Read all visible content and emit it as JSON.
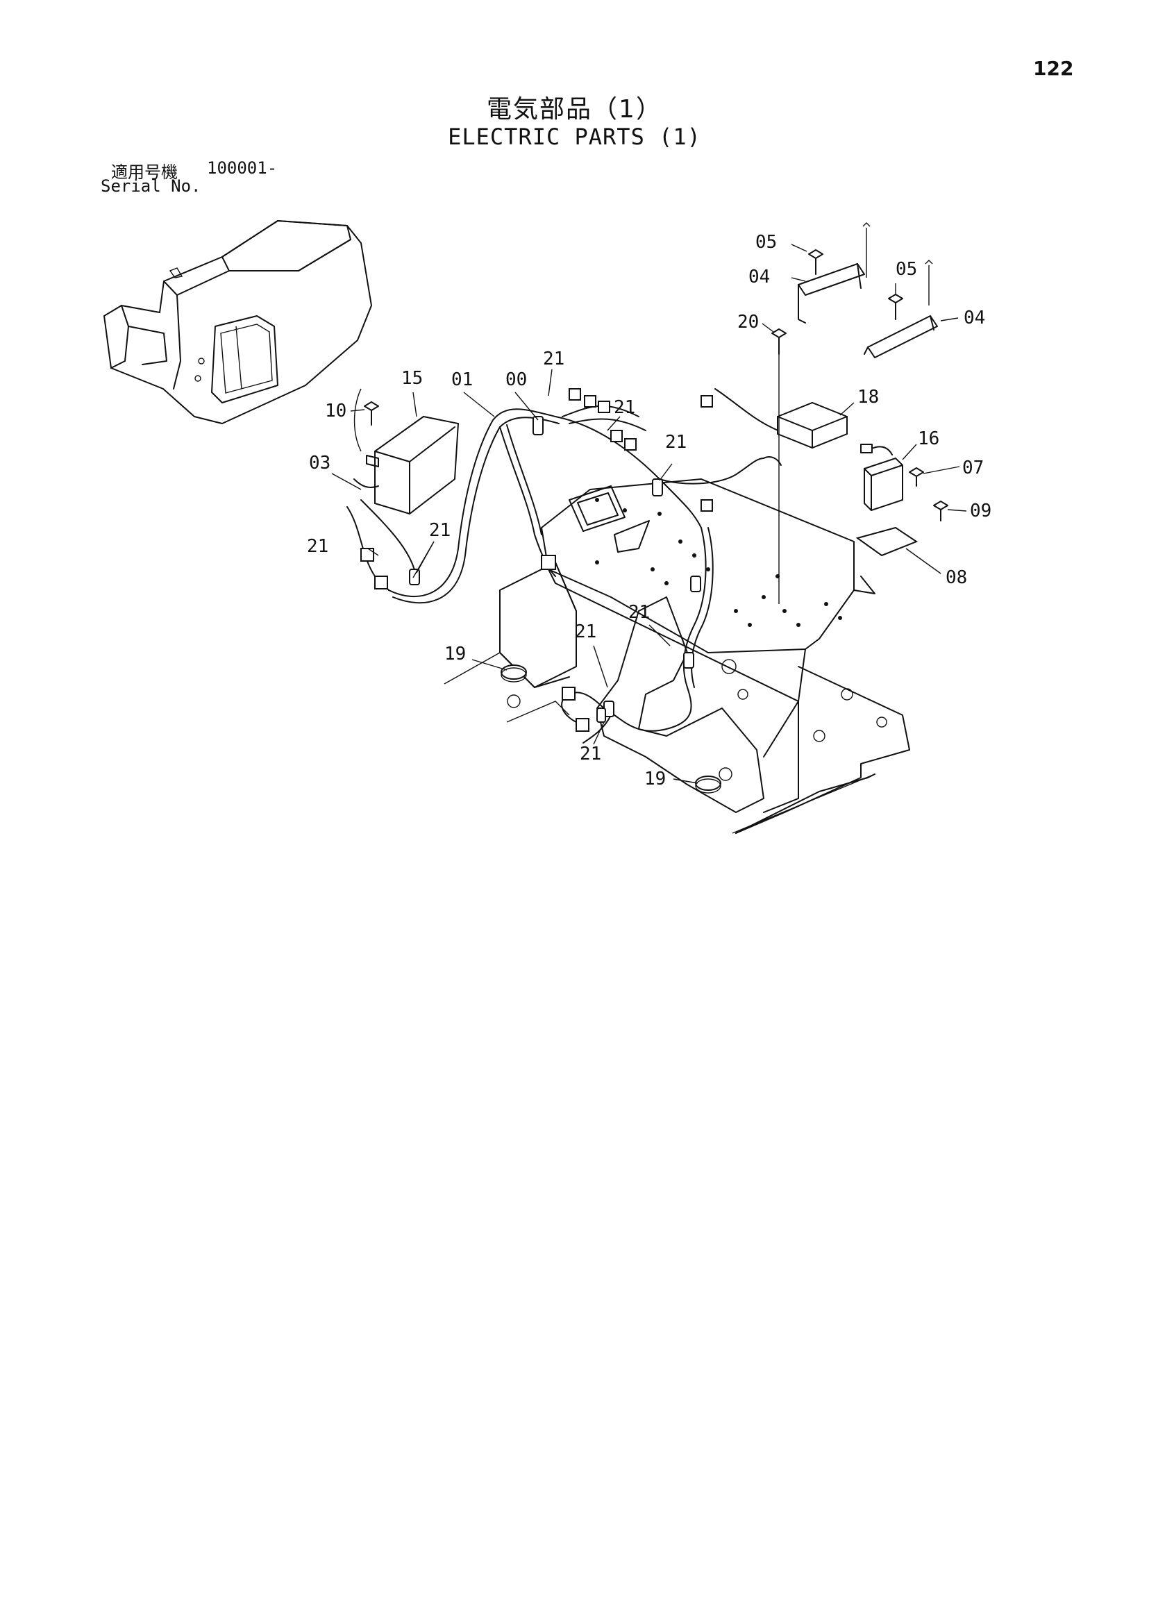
{
  "page": {
    "number": "122",
    "title_ja": "電気部品（1）",
    "title_en": "ELECTRIC PARTS (1)",
    "serial_label_ja": "適用号機",
    "serial_value": "100001-",
    "serial_label_en": "Serial No."
  },
  "callouts": [
    {
      "id": "c05a",
      "label": "05"
    },
    {
      "id": "c04a",
      "label": "04"
    },
    {
      "id": "c05b",
      "label": "05"
    },
    {
      "id": "c04b",
      "label": "04"
    },
    {
      "id": "c20",
      "label": "20"
    },
    {
      "id": "c15",
      "label": "15"
    },
    {
      "id": "c01",
      "label": "01"
    },
    {
      "id": "c00",
      "label": "00"
    },
    {
      "id": "c21a",
      "label": "21"
    },
    {
      "id": "c10",
      "label": "10"
    },
    {
      "id": "c21b",
      "label": "21"
    },
    {
      "id": "c18",
      "label": "18"
    },
    {
      "id": "c21c",
      "label": "21"
    },
    {
      "id": "c16",
      "label": "16"
    },
    {
      "id": "c03",
      "label": "03"
    },
    {
      "id": "c07",
      "label": "07"
    },
    {
      "id": "c09",
      "label": "09"
    },
    {
      "id": "c21d",
      "label": "21"
    },
    {
      "id": "c21e",
      "label": "21"
    },
    {
      "id": "c08",
      "label": "08"
    },
    {
      "id": "c21f",
      "label": "21"
    },
    {
      "id": "c21g",
      "label": "21"
    },
    {
      "id": "c19a",
      "label": "19"
    },
    {
      "id": "c21h",
      "label": "21"
    },
    {
      "id": "c19b",
      "label": "19"
    }
  ]
}
